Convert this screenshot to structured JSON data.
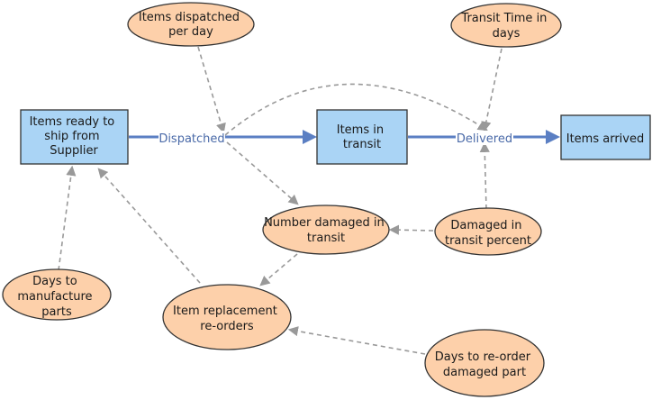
{
  "diagram": {
    "stocks": [
      {
        "id": "stock-ready",
        "lines": [
          "Items ready to",
          "ship from",
          "Supplier"
        ]
      },
      {
        "id": "stock-transit",
        "lines": [
          "Items in",
          "transit"
        ]
      },
      {
        "id": "stock-arrived",
        "lines": [
          "Items arrived"
        ]
      }
    ],
    "flows": [
      {
        "id": "flow-dispatched",
        "label": "Dispatched"
      },
      {
        "id": "flow-delivered",
        "label": "Delivered"
      }
    ],
    "variables": [
      {
        "id": "var-items-dispatched",
        "lines": [
          "Items dispatched",
          "per day"
        ]
      },
      {
        "id": "var-transit-time",
        "lines": [
          "Transit Time in",
          "days"
        ]
      },
      {
        "id": "var-number-damaged",
        "lines": [
          "Number damaged in",
          "transit"
        ]
      },
      {
        "id": "var-damaged-percent",
        "lines": [
          "Damaged in",
          "transit percent"
        ]
      },
      {
        "id": "var-days-manufacture",
        "lines": [
          "Days to",
          "manufacture",
          "parts"
        ]
      },
      {
        "id": "var-replacement",
        "lines": [
          "Item replacement",
          "re-orders"
        ]
      },
      {
        "id": "var-days-reorder",
        "lines": [
          "Days to re-order",
          "damaged part"
        ]
      }
    ],
    "colors": {
      "stock_fill": "#aad4f5",
      "stock_border": "#333333",
      "variable_fill": "#fdd0aa",
      "variable_border": "#333333",
      "flow_pipe": "#5b7fc3",
      "link": "#999999",
      "flow_label": "#4a6aa8"
    }
  }
}
